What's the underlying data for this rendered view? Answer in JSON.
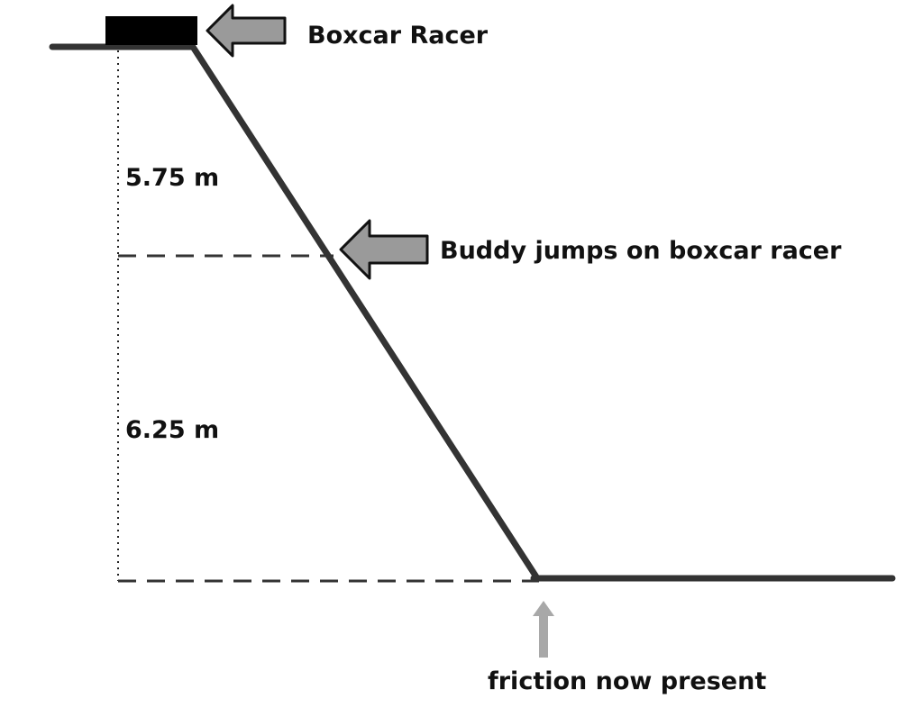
{
  "labels": {
    "boxcar": "Boxcar Racer",
    "buddy": "Buddy jumps on boxcar racer",
    "height_upper": "5.75 m",
    "height_lower": "6.25 m",
    "friction": "friction now present"
  },
  "colors": {
    "ink": "#111111",
    "arrow_fill": "#9a9a9a",
    "friction_arrow": "#a8a8a8",
    "boxcar": "#000000"
  },
  "icons": [
    "left-arrow-icon",
    "up-arrow-icon"
  ]
}
